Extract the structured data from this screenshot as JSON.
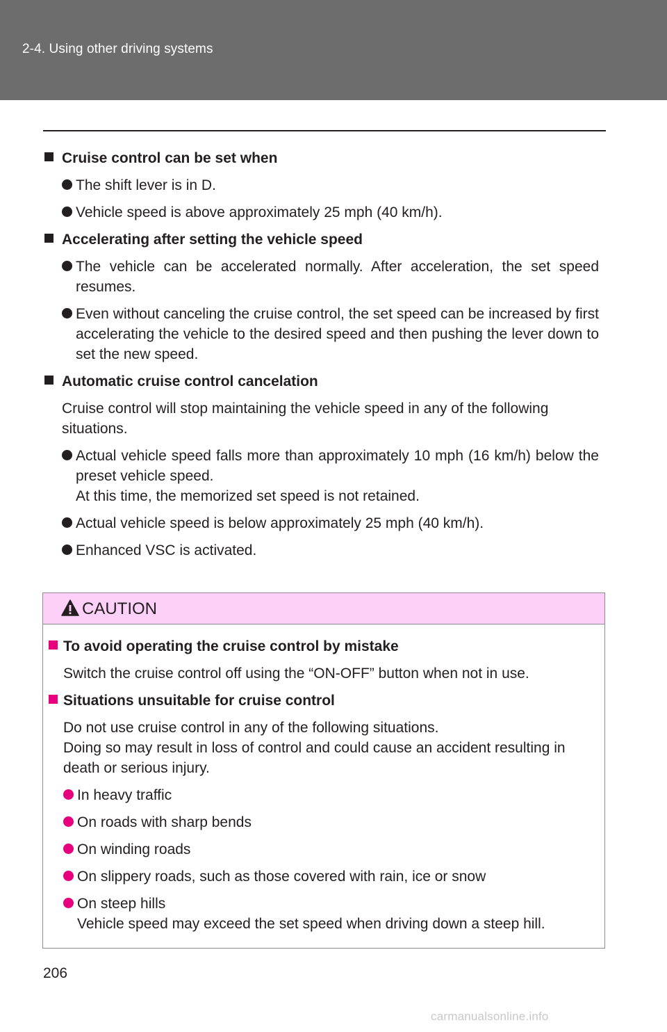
{
  "header": {
    "section_title": "2-4. Using other driving systems"
  },
  "sections": [
    {
      "heading": "Cruise control can be set when",
      "bullets": [
        "The shift lever is in D.",
        "Vehicle speed is above approximately 25 mph (40 km/h)."
      ]
    },
    {
      "heading": "Accelerating after setting the vehicle speed",
      "bullets": [
        "The vehicle can be accelerated normally. After acceleration, the set speed resumes.",
        "Even without canceling the cruise control, the set speed can be increased by first accelerating the vehicle to the desired speed and then pushing the lever down to set the new speed."
      ]
    },
    {
      "heading": "Automatic cruise control cancelation",
      "intro": "Cruise control will stop maintaining the vehicle speed in any of the following situations.",
      "bullets": [
        "Actual vehicle speed falls more than approximately 10 mph (16 km/h) below the preset vehicle speed.",
        "Actual vehicle speed is below approximately 25 mph (40 km/h).",
        "Enhanced VSC is activated."
      ],
      "bullet_note": "At this time, the memorized set speed is not retained."
    }
  ],
  "caution": {
    "label": "CAUTION",
    "heading1": "To avoid operating the cruise control by mistake",
    "text1": "Switch the cruise control off using the “ON-OFF” button when not in use.",
    "heading2": "Situations unsuitable for cruise control",
    "text2a": "Do not use cruise control in any of the following situations.",
    "text2b": "Doing so may result in loss of control and could cause an accident resulting in death or serious injury.",
    "bullets": [
      "In heavy traffic",
      "On roads with sharp bends",
      "On winding roads",
      "On slippery roads, such as those covered with rain, ice or snow",
      "On steep hills"
    ],
    "hill_note": "Vehicle speed may exceed the set speed when driving down a steep hill."
  },
  "page_number": "206",
  "watermark": "carmanualsonline.info",
  "colors": {
    "header_bg": "#6d6d6d",
    "caution_bg": "#fdd0f9",
    "caution_accent": "#e6007e"
  }
}
